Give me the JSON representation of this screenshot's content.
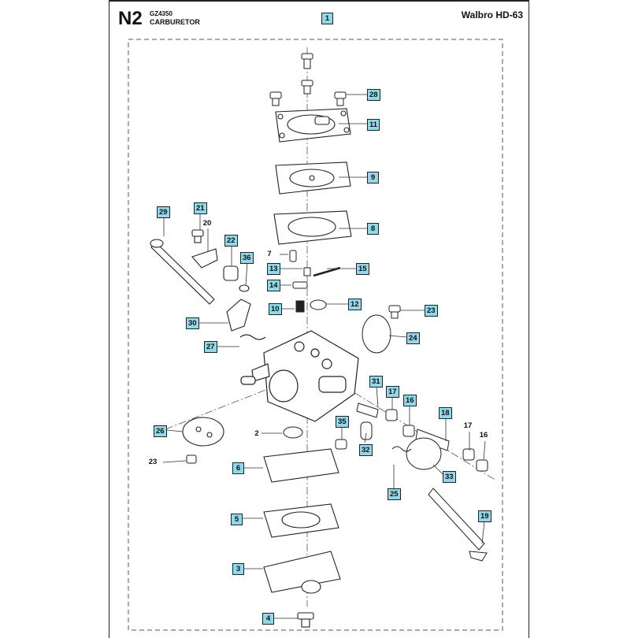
{
  "header": {
    "section": "N2",
    "code": "GZ4350",
    "title": "CARBURETOR",
    "brand": "Walbro HD-63",
    "page_ref": "1"
  },
  "callouts": {
    "c28": "28",
    "c11": "11",
    "c9": "9",
    "c8": "8",
    "c15": "15",
    "c12": "12",
    "c7": "7",
    "c13": "13",
    "c14": "14",
    "c10": "10",
    "c29": "29",
    "c21": "21",
    "c20": "20",
    "c22": "22",
    "c36": "36",
    "c30": "30",
    "c27": "27",
    "c23a": "23",
    "c24": "24",
    "c31": "31",
    "c17a": "17",
    "c16a": "16",
    "c18": "18",
    "c17b": "17",
    "c16b": "16",
    "c26": "26",
    "c2": "2",
    "c35": "35",
    "c32": "32",
    "c33": "33",
    "c23b": "23",
    "c6": "6",
    "c25": "25",
    "c5": "5",
    "c19": "19",
    "c3": "3",
    "c4": "4"
  }
}
